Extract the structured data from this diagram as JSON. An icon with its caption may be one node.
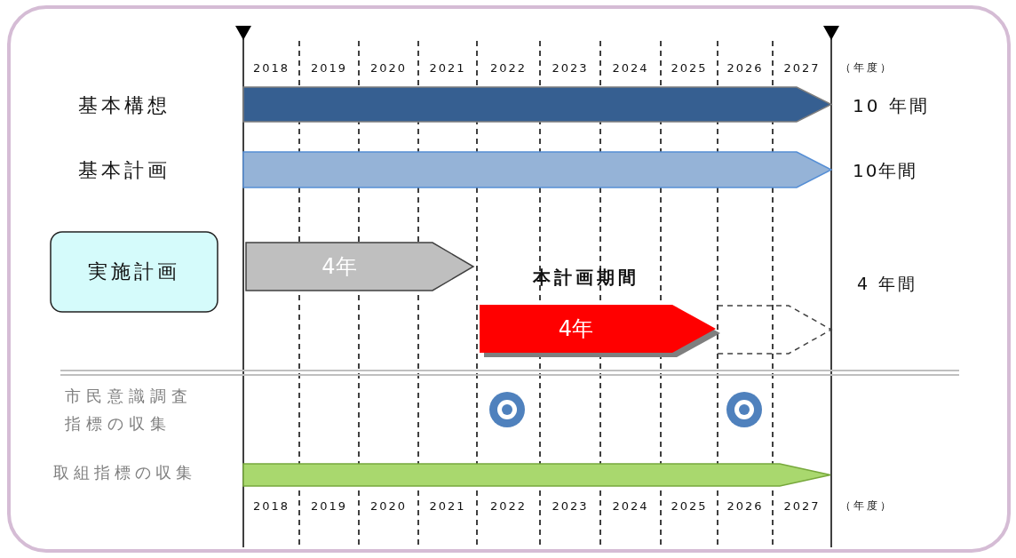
{
  "diagram": {
    "nodes": [
      {
        "text": [],
        "shape": "arrow",
        "beside": [
          "基本構想",
          "10 年間"
        ]
      },
      {
        "text": [],
        "shape": "arrow",
        "beside": [
          "基本計画",
          "10年間"
        ]
      },
      {
        "text": [
          "実施計画"
        ]
      },
      {
        "text": [
          "4年"
        ]
      },
      {
        "text": [
          "4年"
        ]
      },
      {
        "text": [],
        "shape": "arrow"
      },
      {
        "text": [],
        "shape": "arrow",
        "beside": [
          "取組指標の収集"
        ]
      }
    ],
    "labels": [
      "2018",
      "2019",
      "2020",
      "2021",
      "2022",
      "2023",
      "2024",
      "2025",
      "2026",
      "2027",
      "（年度）",
      "本計画期間",
      "4 年間",
      "市民意識調査指標の収集",
      "2018",
      "2019",
      "2020",
      "2021",
      "2022",
      "2023",
      "2024",
      "2025",
      "2026",
      "2027",
      "（年度）"
    ]
  }
}
